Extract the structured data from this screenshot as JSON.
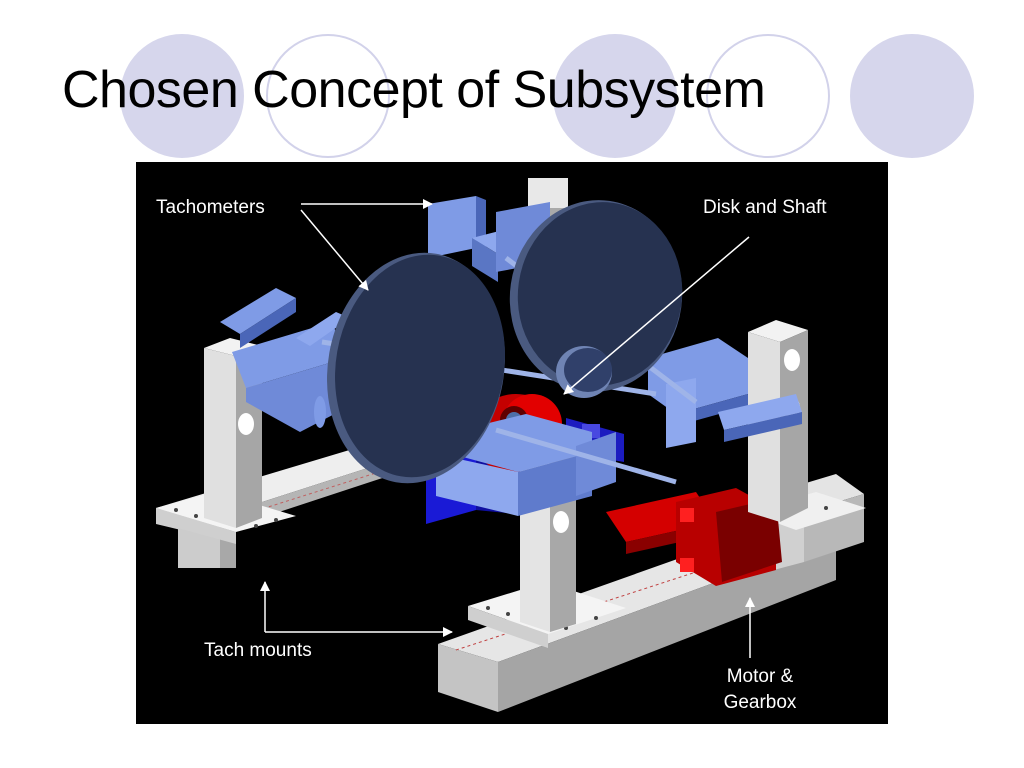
{
  "slide": {
    "title": "Chosen Concept of Subsystem"
  },
  "figure": {
    "labels": {
      "tachometers": "Tachometers",
      "disk_and_shaft": "Disk and Shaft",
      "tach_mounts": "Tach mounts",
      "motor_gearbox_line1": "Motor &",
      "motor_gearbox_line2": "Gearbox"
    }
  },
  "colors": {
    "accent_circle": "#d6d6ec",
    "figure_background": "#000000",
    "disk": "#263250",
    "bracket": "#7f9be6",
    "frame": "#d9d9d9",
    "motor": "#d40000",
    "coupling": "#1a1acc"
  }
}
